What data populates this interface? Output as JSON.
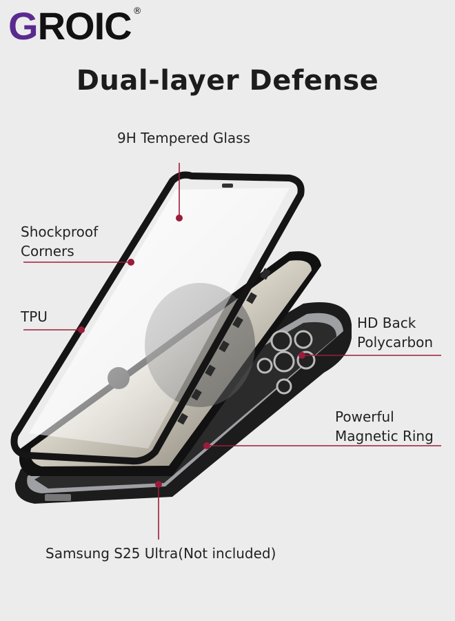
{
  "brand": {
    "name": "GROIC",
    "registered_mark": "®",
    "colors": {
      "g_top": "#5a2a8f",
      "g_bottom": "#2f8a2f",
      "text": "#111111"
    }
  },
  "headline": "Dual-layer Defense",
  "callouts": {
    "tempered_glass": "9H Tempered Glass",
    "shockproof_line1": "Shockproof",
    "shockproof_line2": "Corners",
    "tpu": "TPU",
    "hd_back_line1": "HD Back",
    "hd_back_line2": "Polycarbon",
    "magnetic_line1": "Powerful",
    "magnetic_line2": "Magnetic Ring",
    "phone_note": "Samsung S25 Ultra(Not included)"
  },
  "colors": {
    "background": "#ececec",
    "callout_line": "#9b1c3a",
    "callout_dot": "#9b1c3a"
  }
}
